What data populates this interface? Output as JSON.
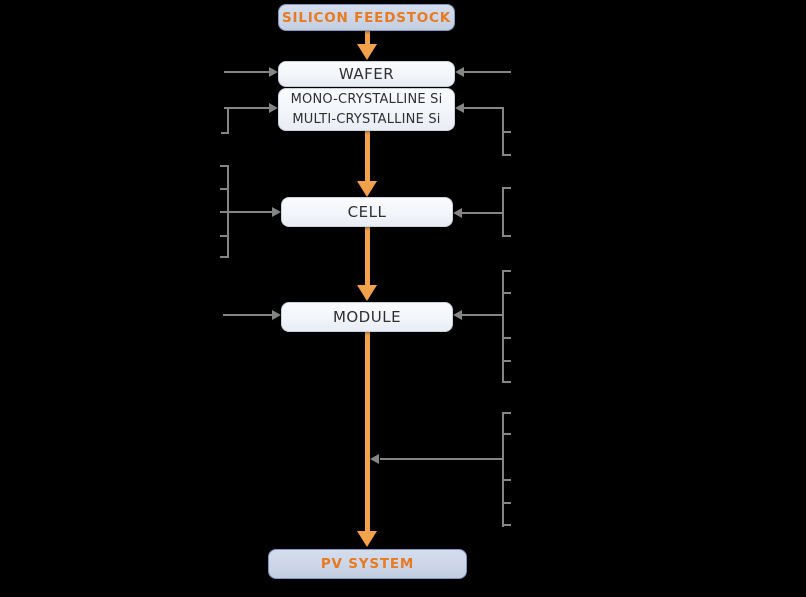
{
  "diagram": {
    "nodes": {
      "silicon_feedstock": {
        "label": "SILICON FEEDSTOCK"
      },
      "wafer": {
        "label": "WAFER"
      },
      "wafer_types": {
        "line1": "MONO-CRYSTALLINE Si",
        "line2": "MULTI-CRYSTALLINE Si"
      },
      "cell": {
        "label": "CELL"
      },
      "module": {
        "label": "MODULE"
      },
      "pv_system": {
        "label": "PV SYSTEM"
      }
    },
    "colors": {
      "background": "#000000",
      "flow_arrow_orange": "#f2a24a",
      "accent_text_orange": "#e87a1f",
      "accent_node_fill": "#ccd6e8",
      "accent_node_border": "#8296bf",
      "process_node_fill": "#f1f4f9",
      "process_node_border": "#c9d1de",
      "process_node_text": "#303032",
      "connector_gray": "#858585"
    }
  }
}
